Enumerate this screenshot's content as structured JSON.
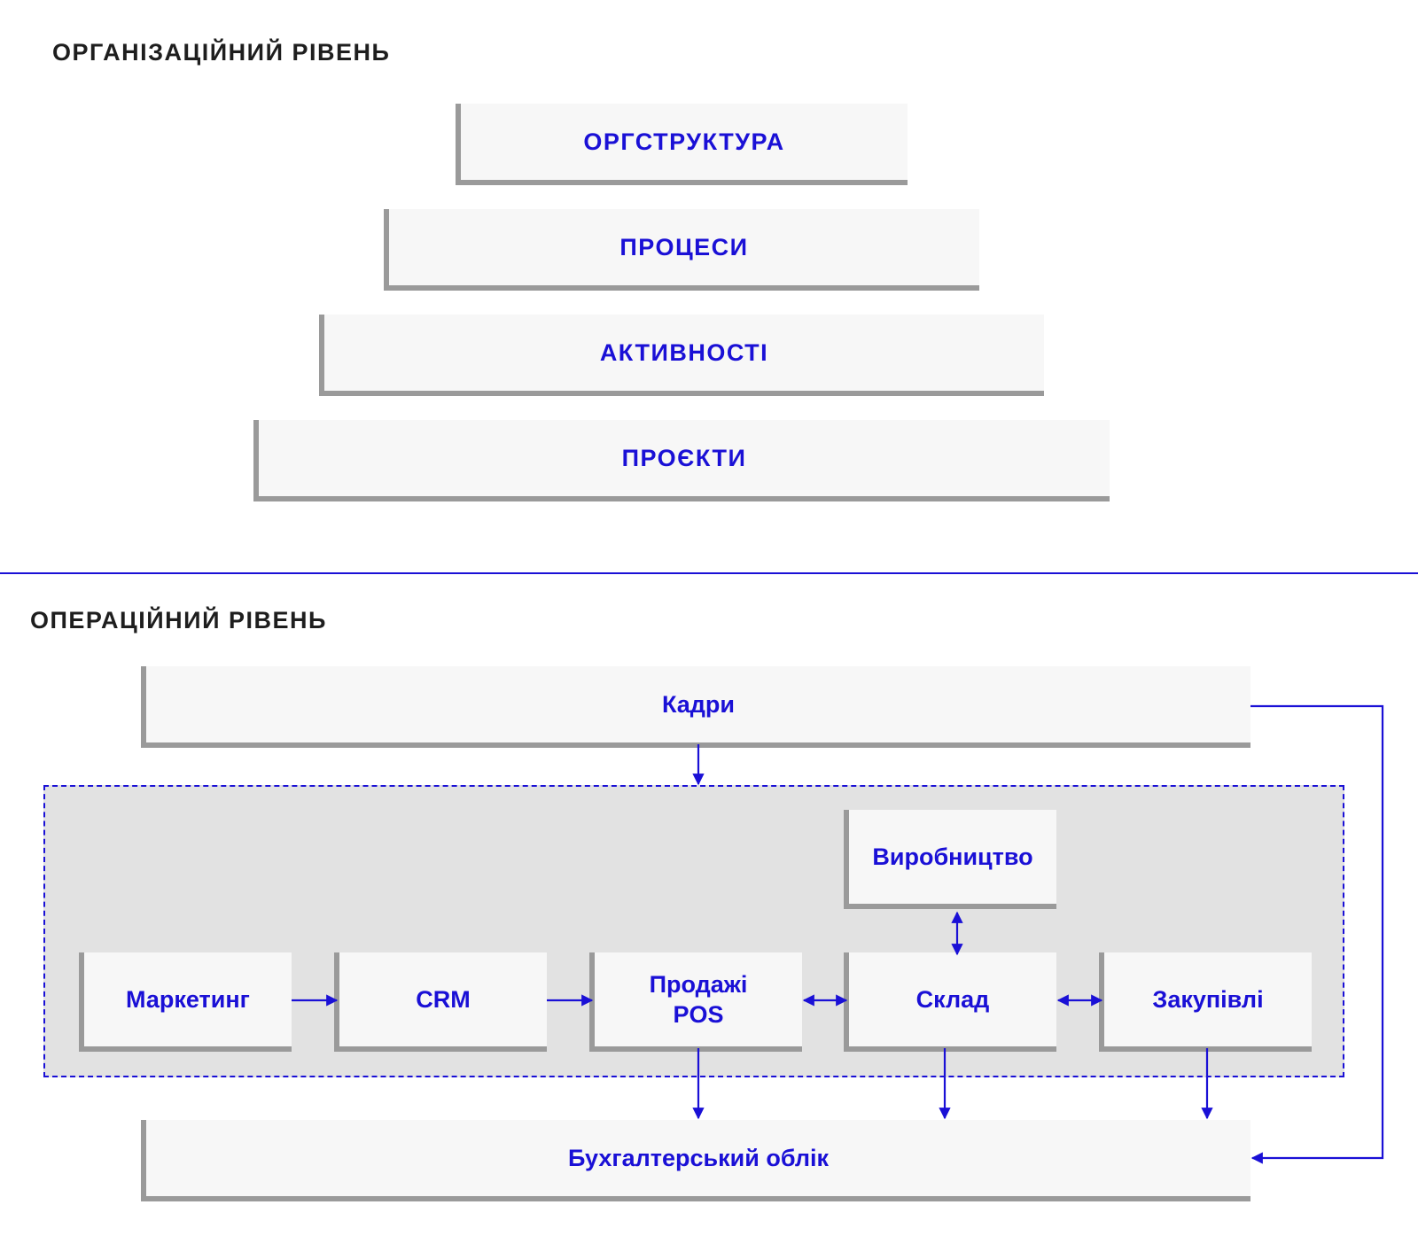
{
  "organizational": {
    "title": "ОРГАНІЗАЦІЙНИЙ РІВЕНЬ",
    "levels": [
      "ОРГСТРУКТУРА",
      "ПРОЦЕСИ",
      "АКТИВНОСТІ",
      "ПРОЄКТИ"
    ]
  },
  "operational": {
    "title": "ОПЕРАЦІЙНИЙ РІВЕНЬ",
    "hr": "Кадри",
    "production": "Виробництво",
    "marketing": "Маркетинг",
    "crm": "CRM",
    "sales_line1": "Продажі",
    "sales_line2": "POS",
    "warehouse": "Склад",
    "purchasing": "Закупівлі",
    "accounting": "Бухгалтерський облік"
  },
  "colors": {
    "accent": "#1a10d6",
    "box_bg": "#f7f7f7",
    "shadow": "#9a9a9a",
    "group_bg": "#e2e2e2"
  }
}
